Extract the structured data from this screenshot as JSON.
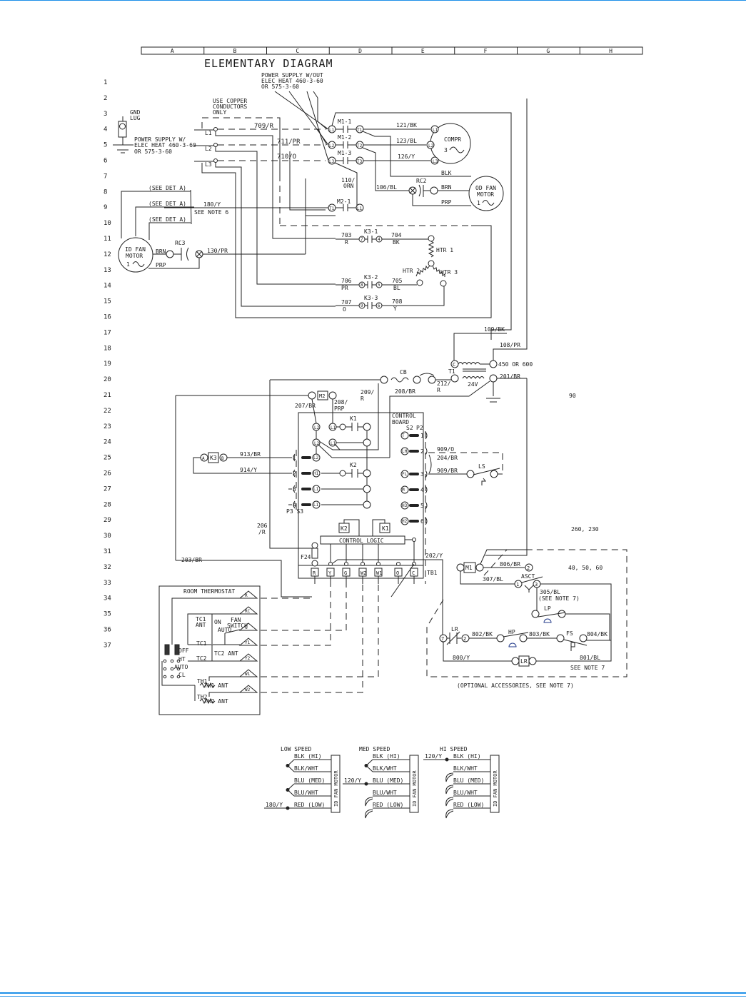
{
  "title": "ELEMENTARY DIAGRAM",
  "columns": [
    "A",
    "B",
    "C",
    "D",
    "E",
    "F",
    "G",
    "H"
  ],
  "rows": [
    "1",
    "2",
    "3",
    "4",
    "5",
    "6",
    "7",
    "8",
    "9",
    "10",
    "11",
    "12",
    "13",
    "14",
    "15",
    "16",
    "17",
    "18",
    "19",
    "20",
    "21",
    "22",
    "23",
    "24",
    "25",
    "26",
    "27",
    "28",
    "29",
    "30",
    "31",
    "32",
    "33",
    "34",
    "35",
    "36",
    "37"
  ],
  "notes": {
    "power_without_heat": [
      "POWER SUPPLY W/OUT",
      "ELEC HEAT 460-3-60",
      "OR 575-3-60"
    ],
    "power_with_heat": [
      "POWER SUPPLY W/",
      "ELEC HEAT 460-3-60",
      "OR 575-3-60"
    ],
    "copper": [
      "USE COPPER",
      "CONDUCTORS",
      "ONLY"
    ],
    "gnd": [
      "GND",
      "LUG"
    ],
    "see_det_a": "(SEE DET A)",
    "see_note_6": "SEE NOTE 6",
    "optional": "(OPTIONAL ACCESSORIES, SEE NOTE 7)",
    "see_note_7": "SEE NOTE 7",
    "see_note_7_paren": "(SEE NOTE 7)",
    "sizes_90": "90",
    "sizes_260": "260, 230",
    "sizes_40": "40, 50, 60"
  },
  "power": {
    "l1": "L1",
    "l2": "L2",
    "l3": "L3",
    "w709": "709/R",
    "w711": "711/PR",
    "w710": "710/O"
  },
  "contactor_m1": {
    "m1_1": "M1-1",
    "m1_2": "M1-2",
    "m1_3": "M1-3",
    "m2_1": "M2-1",
    "L1": "L1",
    "L2": "L2",
    "L3": "L3",
    "T1": "T1",
    "T2": "T2",
    "T3": "T3",
    "w121": "121/BK",
    "w123": "123/BL",
    "w126": "126/Y",
    "w110a": "110/",
    "w110b": "ORN",
    "blk": "BLK",
    "w106": "106/BL"
  },
  "compressor": {
    "label": "COMPR",
    "phase": "3",
    "t1": "L1",
    "t2": "L2",
    "t3": "L3"
  },
  "od_fan": {
    "label1": "OD FAN",
    "label2": "MOTOR",
    "phase": "1",
    "rc": "RC2",
    "brn": "BRN",
    "prp": "PRP"
  },
  "id_fan": {
    "label1": "ID FAN",
    "label2": "MOTOR",
    "phase": "1",
    "rc": "RC3",
    "brn": "BRN",
    "prp": "PRP",
    "w180": "180/Y",
    "w130": "130/PR"
  },
  "heaters": {
    "w703": "703",
    "w703c": "R",
    "k31": "K3-1",
    "p7": "7",
    "p4": "4",
    "w704": "704",
    "w704c": "BK",
    "w706": "706",
    "w706c": "PR",
    "k32": "K3-2",
    "p8": "8",
    "p5": "5",
    "w705": "705",
    "w705c": "BL",
    "w707": "707",
    "w707c": "O",
    "k33": "K3-3",
    "p9": "9",
    "p6": "6",
    "w708": "708",
    "w708c": "Y",
    "htr1": "HTR 1",
    "htr2": "HTR 2",
    "htr3": "HTR 3"
  },
  "transformer": {
    "w109": "109/BK",
    "w108": "108/PR",
    "c": "C",
    "t1": "T1",
    "tap": "450 OR 600",
    "v24": "24V",
    "w201": "201/BR",
    "w212a": "212/",
    "w212b": "R",
    "cb": "CB"
  },
  "control_board": {
    "label1": "CONTROL",
    "label2": "BOARD",
    "s2": "S2",
    "p2": "P2",
    "p3s3": "P3 S3",
    "m2": "M2",
    "w207": "207/BR",
    "w208prp_a": "208/",
    "w208prp_b": "PRP",
    "w209a": "209/",
    "w209b": "R",
    "w208br": "208/BR",
    "k1": "K1",
    "k2": "K2",
    "left_pins": [
      "1",
      "2",
      "3",
      "4"
    ],
    "left_terms": [
      "L2",
      "H1",
      "L1",
      "L1"
    ],
    "left_top": [
      "L2",
      "L2"
    ],
    "l1a": "L1",
    "l1b": "L1",
    "right_terms": [
      "T",
      "LH",
      "FL",
      "M",
      "H3",
      "H2"
    ],
    "right_pins": [
      "1",
      "2",
      "3",
      "4",
      "5",
      "6"
    ],
    "k3": "K3",
    "a": "A",
    "b": "B",
    "w913": "913/BR",
    "w914": "914/Y",
    "w909o": "909/O",
    "w204": "204/BR",
    "w909br": "909/BR",
    "ls": "LS",
    "w206a": "206",
    "w206b": "/R",
    "f24": "F24",
    "logic": "CONTROL LOGIC",
    "lk2": "K2",
    "lk1": "K1",
    "tb1": "TB1",
    "tb_terms": [
      "R",
      "Y",
      "G",
      "W2",
      "W1",
      "O",
      "C"
    ],
    "w202": "202/Y",
    "w203": "203/BR"
  },
  "accessories": {
    "m1": "M1",
    "w806": "806/BR",
    "p2": "2",
    "p1": "1",
    "p3": "3",
    "asct": "ASCT",
    "w307": "307/BL",
    "w305": "305/BL",
    "lp": "LP",
    "lr": "LR",
    "p7": "7",
    "p2b": "2",
    "w802": "802/BK",
    "hp": "HP",
    "w803": "803/BK",
    "fs": "FS",
    "w804": "804/BK",
    "w800": "800/Y",
    "lrbox": "LR",
    "w801": "801/BL"
  },
  "thermostat": {
    "title": "ROOM THERMOSTAT",
    "terms": [
      "R",
      "RC",
      "G",
      "Y1",
      "Y2",
      "W1",
      "W2"
    ],
    "tc1a": "TC1",
    "tc1b": "ANT",
    "on": "ON",
    "fan1": "FAN",
    "fan2": "SWITCH",
    "auto": "AUTO",
    "tc1": "TC1",
    "tc2": "TC2",
    "tc2ant": "TC2 ANT",
    "off": "OFF",
    "ht": "HT",
    "auto2": "AUTO",
    "cl": "CL",
    "th1": "TH1",
    "th1ant": "TH1 ANT",
    "th2": "TH2",
    "th2ant": "TH2 ANT"
  },
  "fan_speed": {
    "motor_label": "ID FAN MOTOR",
    "wires": [
      "BLK (HI)",
      "BLK/WHT",
      "BLU (MED)",
      "BLU/WHT",
      "RED (LOW)"
    ],
    "low": {
      "title": "LOW SPEED",
      "lead": "180/Y"
    },
    "med": {
      "title": "MED SPEED",
      "lead": "120/Y"
    },
    "hi": {
      "title": "HI SPEED",
      "lead": "120/Y"
    }
  }
}
